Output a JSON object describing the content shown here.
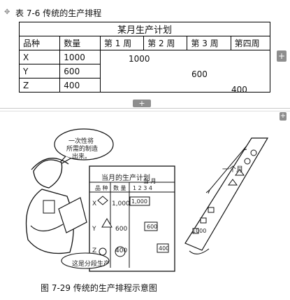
{
  "top_caption": "表 7-6  传统的生产排程",
  "table": {
    "title": "某月生产计划",
    "headers": [
      "品种",
      "数量",
      "第 1 周",
      "第 2 周",
      "第 3 周",
      "第四周"
    ],
    "rows": [
      {
        "item": "X",
        "qty": "1000",
        "week_value": "1000"
      },
      {
        "item": "Y",
        "qty": "600",
        "week_value": "600"
      },
      {
        "item": "Z",
        "qty": "400",
        "week_value": "400"
      }
    ]
  },
  "ui": {
    "move_handle_icon": "move-icon",
    "side_tab_icon": "plus",
    "bottom_tab_icon": "plus",
    "side_tab_glyph": "+",
    "bottom_tab_glyph": "+"
  },
  "illustration": {
    "speech_bubble": [
      "一次性将",
      "所需的制造",
      "出来。"
    ],
    "board_title": "当月的生产计划",
    "board_headers": [
      "品 种",
      "数 量",
      "当 月"
    ],
    "board_week_labels": "1  2  3  4",
    "board_quantities": [
      "1,000",
      "600",
      "400"
    ],
    "board_boxes": [
      "1,000",
      "600",
      "400"
    ],
    "board_letters": [
      "X",
      "Y",
      "Z"
    ],
    "bottom_note": "这是分段生产",
    "month_label": "一个月",
    "conveyor_label": "1000"
  },
  "bottom_caption": "图 7-29  传统的生产排程示意图"
}
